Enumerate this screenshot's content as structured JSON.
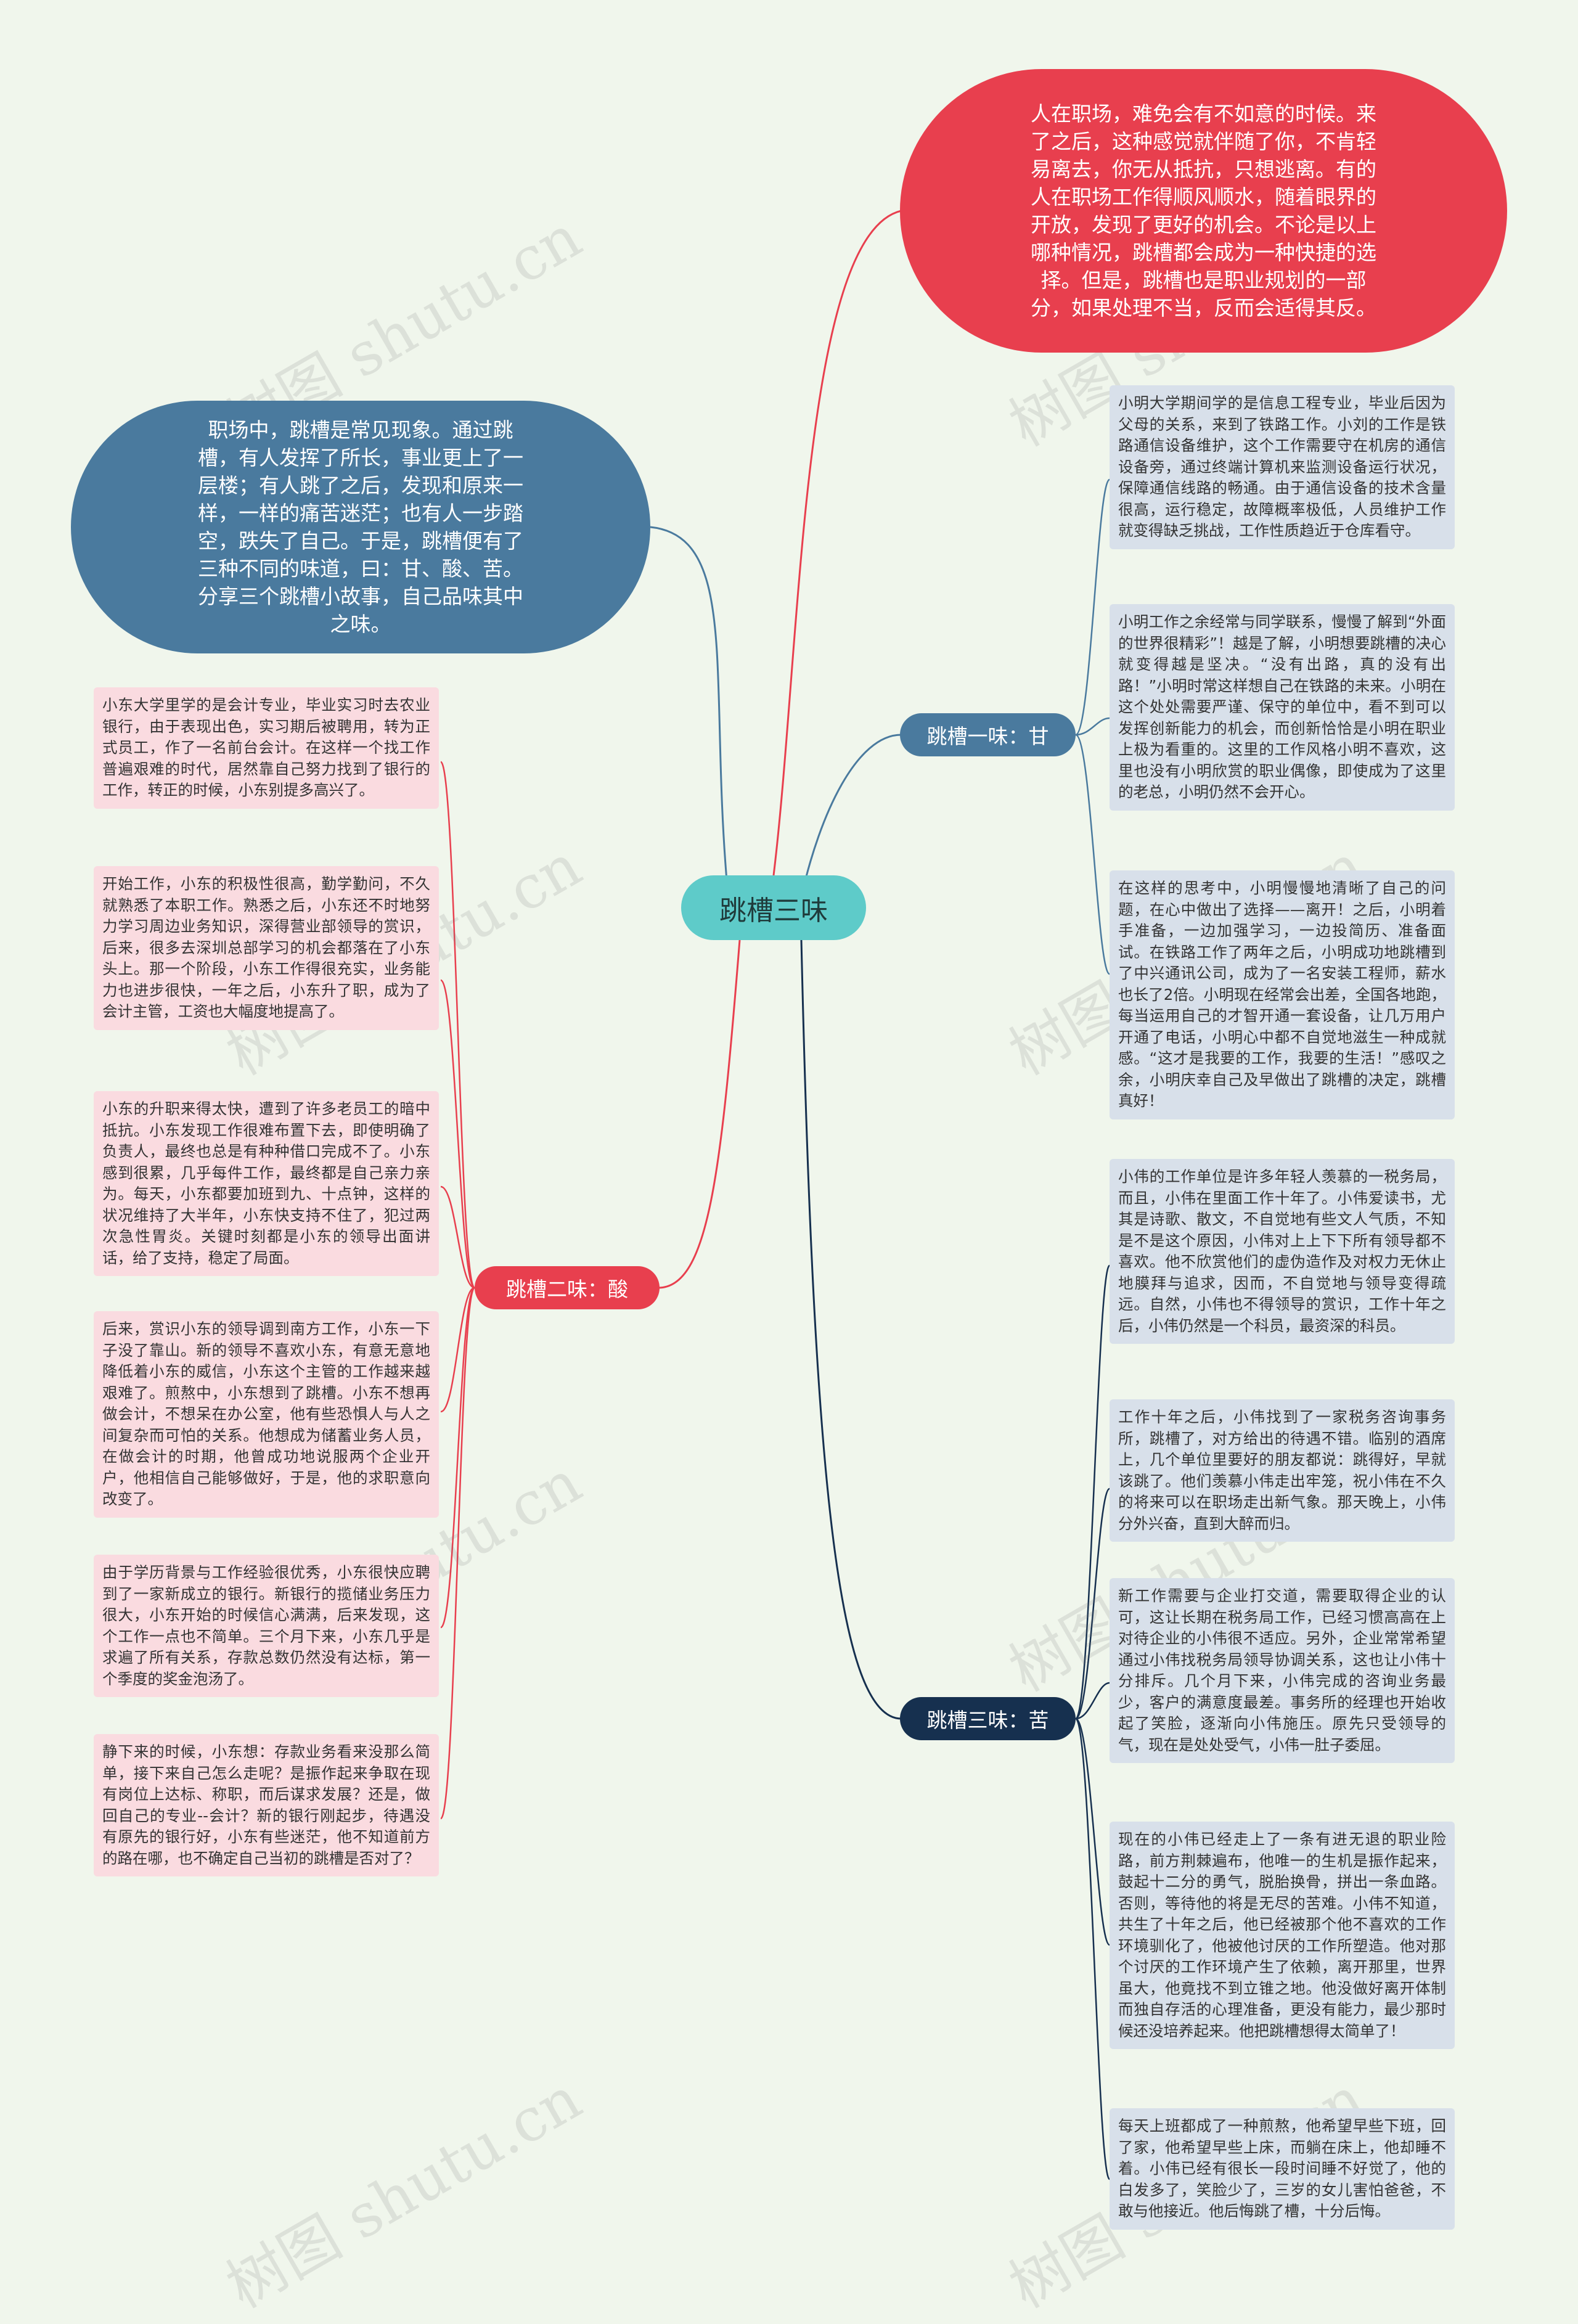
{
  "center": {
    "label": "跳槽三味"
  },
  "intro_red": "人在职场，难免会有不如意的时候。来了之后，这种感觉就伴随了你，不肯轻易离去，你无从抵抗，只想逃离。有的人在职场工作得顺风顺水，随着眼界的开放，发现了更好的机会。不论是以上哪种情况，跳槽都会成为一种快捷的选择。但是，跳槽也是职业规划的一部分，如果处理不当，反而会适得其反。",
  "intro_blue": "职场中，跳槽是常见现象。通过跳槽，有人发挥了所长，事业更上了一层楼；有人跳了之后，发现和原来一样，一样的痛苦迷茫；也有人一步踏空，跌失了自己。于是，跳槽便有了三种不同的味道，曰：甘、酸、苦。分享三个跳槽小故事，自己品味其中之味。",
  "branches": {
    "gan": {
      "label": "跳槽一味：甘",
      "items": [
        "小明大学期间学的是信息工程专业，毕业后因为父母的关系，来到了铁路工作。小刘的工作是铁路通信设备维护，这个工作需要守在机房的通信设备旁，通过终端计算机来监测设备运行状况，保障通信线路的畅通。由于通信设备的技术含量很高，运行稳定，故障概率极低，人员维护工作就变得缺乏挑战，工作性质趋近于仓库看守。",
        "小明工作之余经常与同学联系，慢慢了解到“外面的世界很精彩”！越是了解，小明想要跳槽的决心就变得越是坚决。“没有出路，真的没有出路！”小明时常这样想自己在铁路的未来。小明在这个处处需要严谨、保守的单位中，看不到可以发挥创新能力的机会，而创新恰恰是小明在职业上极为看重的。这里的工作风格小明不喜欢，这里也没有小明欣赏的职业偶像，即使成为了这里的老总，小明仍然不会开心。",
        "在这样的思考中，小明慢慢地清晰了自己的问题，在心中做出了选择——离开！之后，小明着手准备，一边加强学习，一边投简历、准备面试。在铁路工作了两年之后，小明成功地跳槽到了中兴通讯公司，成为了一名安装工程师，薪水也长了2倍。小明现在经常会出差，全国各地跑，每当运用自己的才智开通一套设备，让几万用户开通了电话，小明心中都不自觉地滋生一种成就感。“这才是我要的工作，我要的生活！”感叹之余，小明庆幸自己及早做出了跳槽的决定，跳槽真好！"
      ]
    },
    "suan": {
      "label": "跳槽二味：酸",
      "items": [
        "小东大学里学的是会计专业，毕业实习时去农业银行，由于表现出色，实习期后被聘用，转为正式员工，作了一名前台会计。在这样一个找工作普遍艰难的时代，居然靠自己努力找到了银行的工作，转正的时候，小东别提多高兴了。",
        "开始工作，小东的积极性很高，勤学勤问，不久就熟悉了本职工作。熟悉之后，小东还不时地努力学习周边业务知识，深得营业部领导的赏识，后来，很多去深圳总部学习的机会都落在了小东头上。那一个阶段，小东工作得很充实，业务能力也进步很快，一年之后，小东升了职，成为了会计主管，工资也大幅度地提高了。",
        "小东的升职来得太快，遭到了许多老员工的暗中抵抗。小东发现工作很难布置下去，即使明确了负责人，最终也总是有种种借口完成不了。小东感到很累，几乎每件工作，最终都是自己亲力亲为。每天，小东都要加班到九、十点钟，这样的状况维持了大半年，小东快支持不住了，犯过两次急性胃炎。关键时刻都是小东的领导出面讲话，给了支持，稳定了局面。",
        "后来，赏识小东的领导调到南方工作，小东一下子没了靠山。新的领导不喜欢小东，有意无意地降低着小东的威信，小东这个主管的工作越来越艰难了。煎熬中，小东想到了跳槽。小东不想再做会计，不想呆在办公室，他有些恐惧人与人之间复杂而可怕的关系。他想成为储蓄业务人员，在做会计的时期，他曾成功地说服两个企业开户，他相信自己能够做好，于是，他的求职意向改变了。",
        "由于学历背景与工作经验很优秀，小东很快应聘到了一家新成立的银行。新银行的揽储业务压力很大，小东开始的时候信心满满，后来发现，这个工作一点也不简单。三个月下来，小东几乎是求遍了所有关系，存款总数仍然没有达标，第一个季度的奖金泡汤了。",
        "静下来的时候，小东想：存款业务看来没那么简单，接下来自己怎么走呢？是振作起来争取在现有岗位上达标、称职，而后谋求发展？还是，做回自己的专业--会计？新的银行刚起步，待遇没有原先的银行好，小东有些迷茫，他不知道前方的路在哪，也不确定自己当初的跳槽是否对了？"
      ]
    },
    "ku": {
      "label": "跳槽三味：苦",
      "items": [
        "小伟的工作单位是许多年轻人羡慕的一税务局，而且，小伟在里面工作十年了。小伟爱读书，尤其是诗歌、散文，不自觉地有些文人气质，不知是不是这个原因，小伟对上上下下所有领导都不喜欢。他不欣赏他们的虚伪造作及对权力无休止地膜拜与追求，因而，不自觉地与领导变得疏远。自然，小伟也不得领导的赏识，工作十年之后，小伟仍然是一个科员，最资深的科员。",
        "工作十年之后，小伟找到了一家税务咨询事务所，跳槽了，对方给出的待遇不错。临别的酒席上，几个单位里要好的朋友都说：跳得好，早就该跳了。他们羡慕小伟走出牢笼，祝小伟在不久的将来可以在职场走出新气象。那天晚上，小伟分外兴奋，直到大醉而归。",
        "新工作需要与企业打交道，需要取得企业的认可，这让长期在税务局工作，已经习惯高高在上对待企业的小伟很不适应。另外，企业常常希望通过小伟找税务局领导协调关系，这也让小伟十分排斥。几个月下来，小伟完成的咨询业务最少，客户的满意度最差。事务所的经理也开始收起了笑脸，逐渐向小伟施压。原先只受领导的气，现在是处处受气，小伟一肚子委屈。",
        "现在的小伟已经走上了一条有进无退的职业险路，前方荆棘遍布，他唯一的生机是振作起来，鼓起十二分的勇气，脱胎换骨，拼出一条血路。否则，等待他的将是无尽的苦难。小伟不知道，共生了十年之后，他已经被那个他不喜欢的工作环境驯化了，他被他讨厌的工作所塑造。他对那个讨厌的工作环境产生了依赖，离开那里，世界虽大，他竟找不到立锥之地。他没做好离开体制而独自存活的心理准备，更没有能力，最少那时候还没培养起来。他把跳槽想得太简单了！",
        "每天上班都成了一种煎熬，他希望早些下班，回了家，他希望早些上床，而躺在床上，他却睡不着。小伟已经有很长一段时间睡不好觉了，他的白发多了，笑脸少了，三岁的女儿害怕爸爸，不敢与他接近。他后悔跳了槽，十分后悔。"
      ]
    }
  },
  "watermark": "树图 shutu.cn",
  "colors": {
    "red": "#e83f4e",
    "blue": "#4a7a9e",
    "navy": "#16304f",
    "teal": "#5ecbc9"
  }
}
